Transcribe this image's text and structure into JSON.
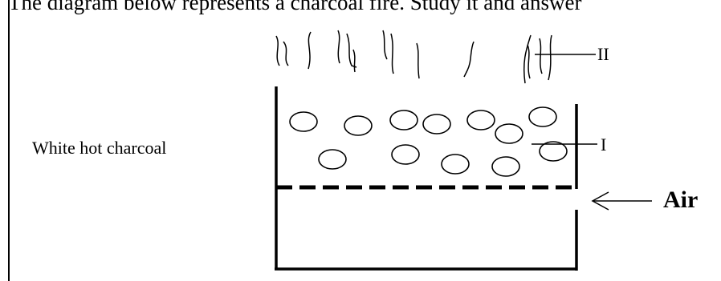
{
  "caption_fragment": "The diagram below represents a charcoal fire. Study it and answer",
  "labels": {
    "charcoal": "White hot charcoal",
    "marker_one": "I",
    "marker_two": "II",
    "air": "Air"
  },
  "colors": {
    "ink": "#000000",
    "background": "#ffffff"
  }
}
